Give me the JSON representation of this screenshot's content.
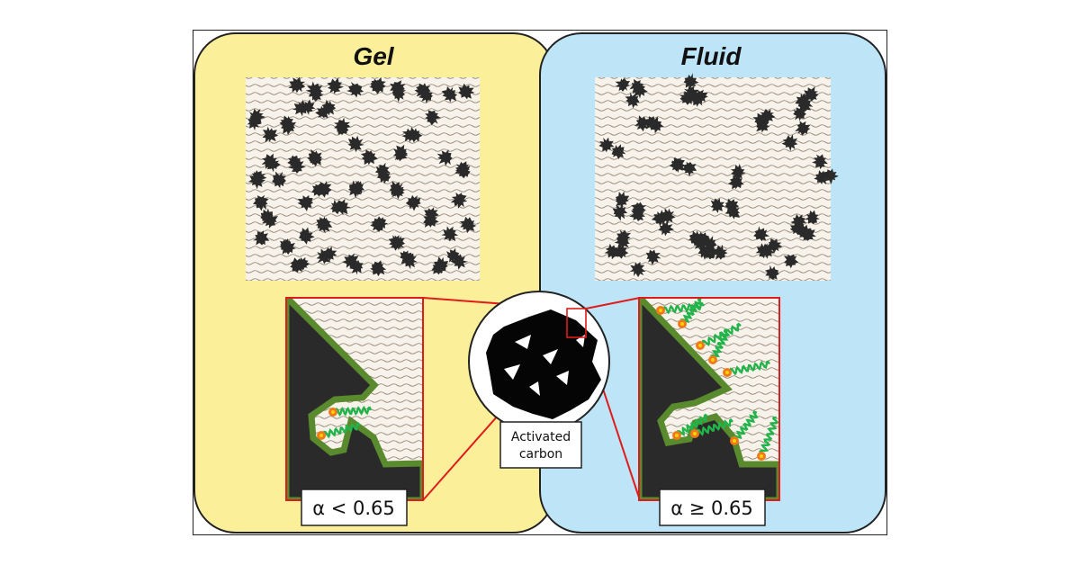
{
  "panels": {
    "gel": {
      "title": "Gel",
      "color": "#fbef9a",
      "condition": "α < 0.65"
    },
    "fluid": {
      "title": "Fluid",
      "color": "#bde5f7",
      "condition": "α ≥ 0.65"
    }
  },
  "center": {
    "label_line1": "Activated",
    "label_line2": "carbon"
  },
  "colors": {
    "particle": "#2a2a2a",
    "zoom_line": "#e01b1b",
    "coating": "#5a8a2e",
    "chain": "#22b34a",
    "headgroup": "#f07a1a",
    "headgroup_core": "#f4d000"
  }
}
